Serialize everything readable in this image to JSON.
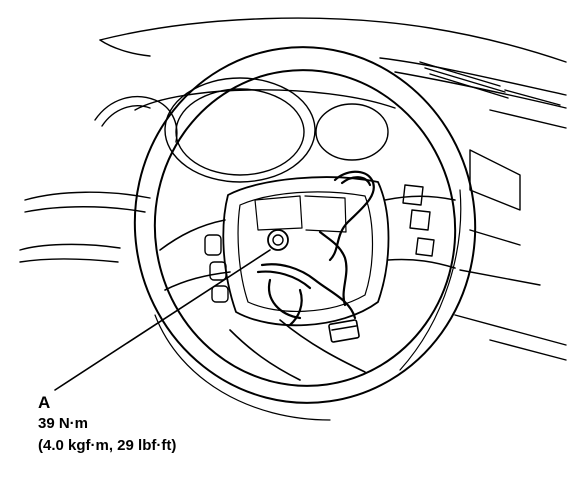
{
  "callout": {
    "letter": "A",
    "torque": "39 N·m",
    "torque_alt": "(4.0 kgf·m, 29 lbf·ft)"
  },
  "colors": {
    "line": "#000000",
    "background": "#ffffff"
  }
}
